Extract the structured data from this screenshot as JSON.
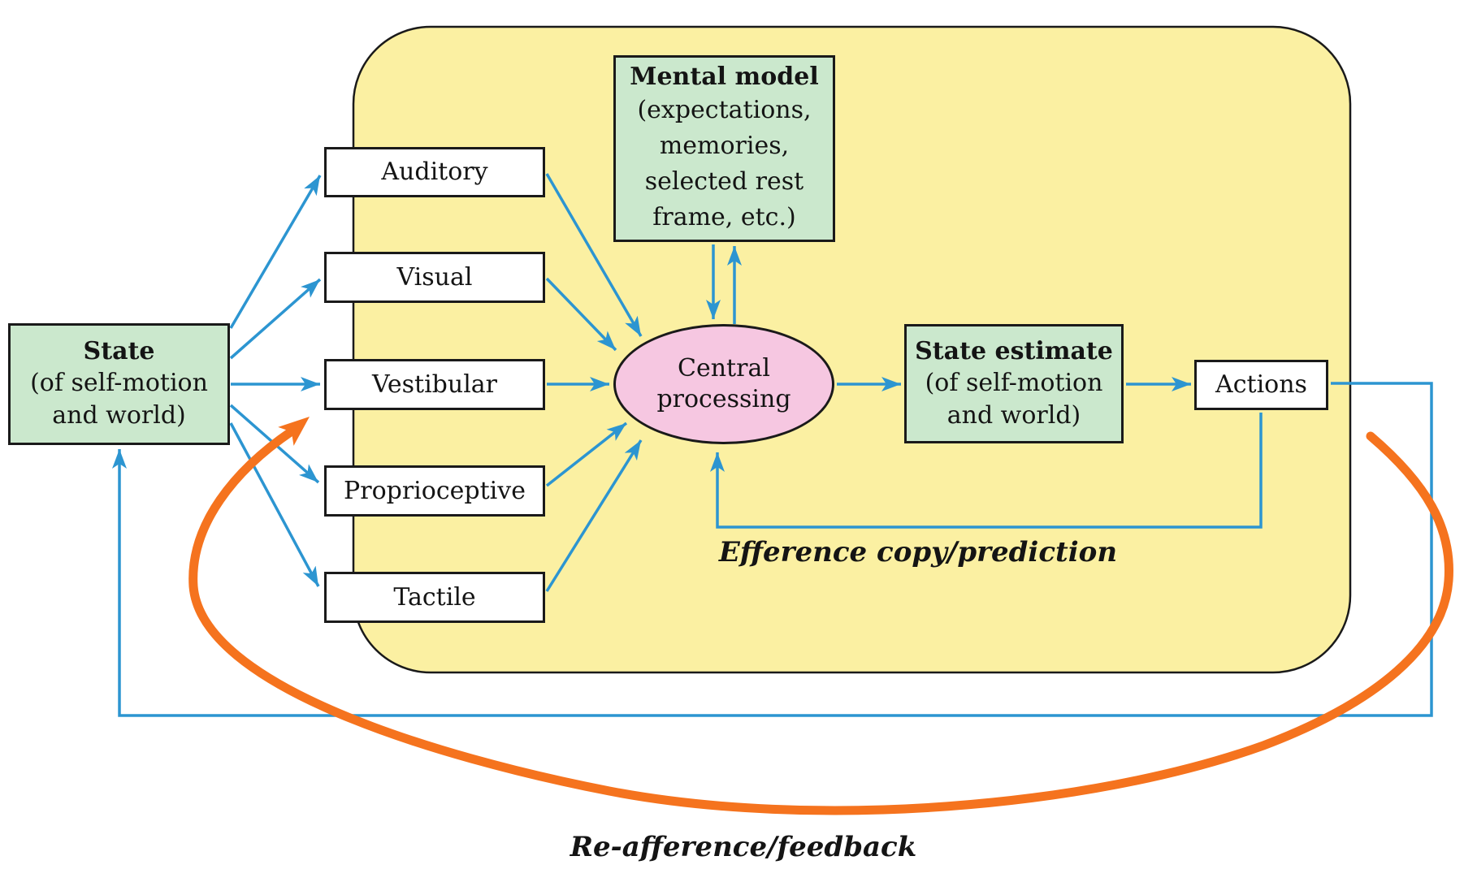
{
  "diagram": {
    "state": {
      "title": "State",
      "subtitle": "(of self-motion\nand world)"
    },
    "sensors": [
      {
        "label": "Auditory"
      },
      {
        "label": "Visual"
      },
      {
        "label": "Vestibular"
      },
      {
        "label": "Proprioceptive"
      },
      {
        "label": "Tactile"
      }
    ],
    "mental_model": {
      "title": "Mental model",
      "subtitle": "(expectations,\nmemories,\nselected rest\nframe, etc.)"
    },
    "central_processing": {
      "label": "Central\nprocessing"
    },
    "state_estimate": {
      "title": "State estimate",
      "subtitle": "(of self-motion\nand world)"
    },
    "actions": {
      "label": "Actions"
    },
    "flow_labels": {
      "efference": "Efference copy/prediction",
      "reafference": "Re-afference/feedback"
    },
    "colors": {
      "container_fill": "#FBF0A2",
      "box_green": "#CBE8CD",
      "ellipse_pink": "#F6C7E1",
      "arrow_blue": "#2C95D1",
      "arrow_orange": "#F5731E",
      "outline": "#1A1A1A"
    }
  }
}
